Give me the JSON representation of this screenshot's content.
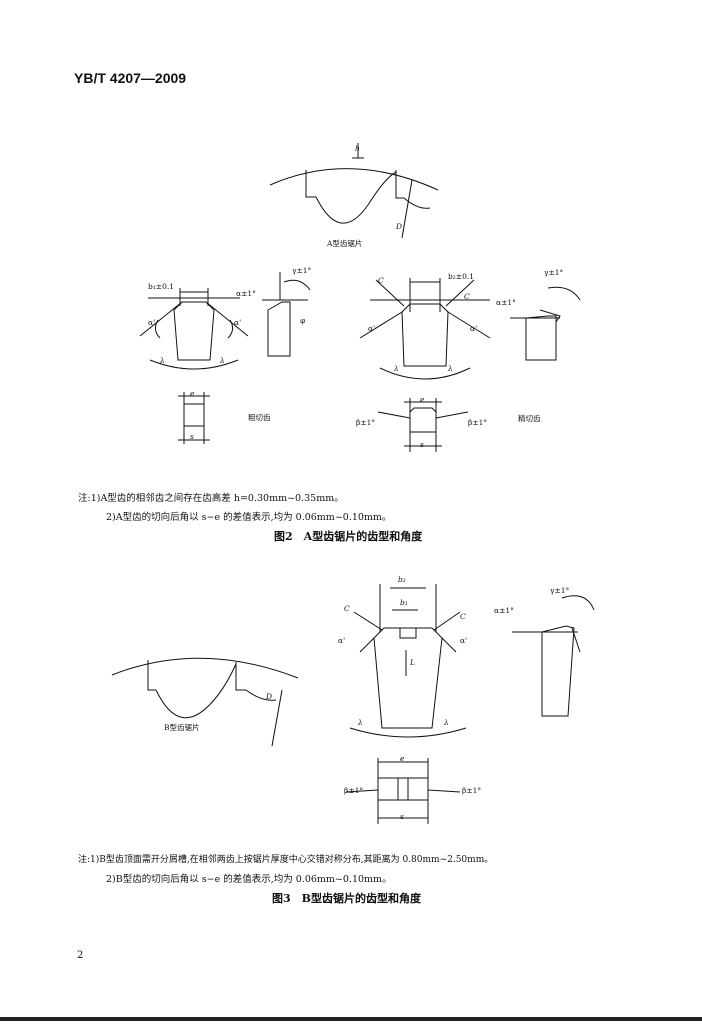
{
  "header": {
    "doc_code": "YB/T 4207—2009"
  },
  "figure2": {
    "saw_label": "A型齿锯片",
    "coarse_label": "粗切齿",
    "fine_label": "精切齿",
    "labels": {
      "h": "h",
      "D": "D",
      "b1": "b₁±0.1",
      "b2": "b₂±0.1",
      "gamma": "γ±1°",
      "alpha": "α±1°",
      "alpha_p": "α'",
      "lambda": "λ",
      "C": "C",
      "e": "e",
      "s": "s",
      "beta": "β±1°",
      "phi": "φ"
    },
    "note1": "注:1)A型齿的相邻齿之间存在齿高差 h=0.30mm~0.35mm。",
    "note2": "2)A型齿的切向后角以 s−e 的差值表示,均为 0.06mm~0.10mm。",
    "caption": "图2　A型齿锯片的齿型和角度"
  },
  "figure3": {
    "saw_label": "B型齿锯片",
    "labels": {
      "b2": "b₂",
      "b1": "b₁",
      "L": "L",
      "C": "C",
      "alpha_p": "α'",
      "alpha": "α±1°",
      "gamma": "γ±1°",
      "lambda": "λ",
      "D": "D",
      "e": "e",
      "s": "s",
      "beta": "β±1°"
    },
    "note1": "注:1)B型齿顶面需开分屑槽,在相邻两齿上按锯片厚度中心交错对称分布,其距离为 0.80mm~2.50mm。",
    "note2": "2)B型齿的切向后角以 s−e 的差值表示,均为 0.06mm~0.10mm。",
    "caption": "图3　B型齿锯片的齿型和角度"
  },
  "page_number": "2"
}
